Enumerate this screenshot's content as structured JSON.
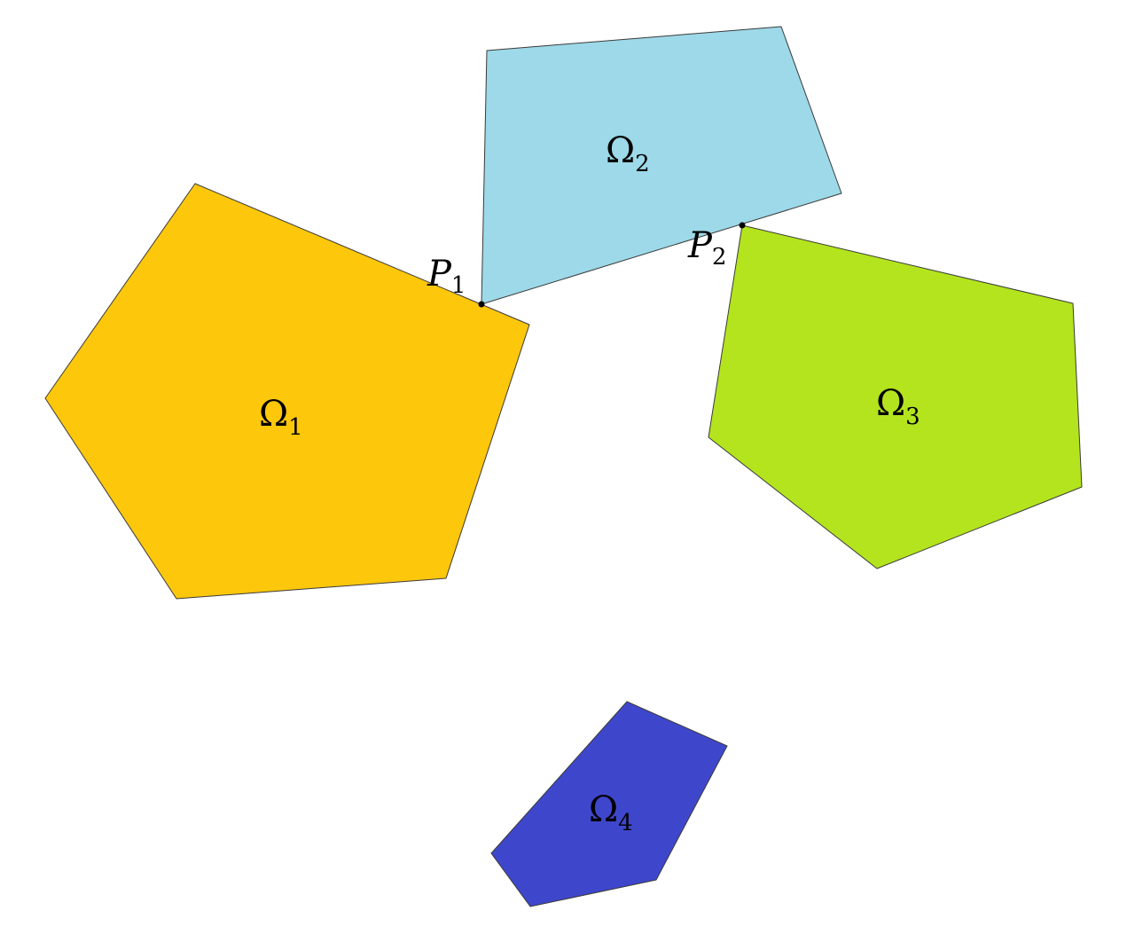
{
  "regions": [
    {
      "id": "omega-1",
      "symbol": "Ω",
      "subscript": "1",
      "color": "#FDC70C"
    },
    {
      "id": "omega-2",
      "symbol": "Ω",
      "subscript": "2",
      "color": "#9DD9E8"
    },
    {
      "id": "omega-3",
      "symbol": "Ω",
      "subscript": "3",
      "color": "#B3E41E"
    },
    {
      "id": "omega-4",
      "symbol": "Ω",
      "subscript": "4",
      "color": "#3E47CC"
    }
  ],
  "points": [
    {
      "id": "p1",
      "symbol": "P",
      "subscript": "1"
    },
    {
      "id": "p2",
      "symbol": "P",
      "subscript": "2"
    }
  ]
}
